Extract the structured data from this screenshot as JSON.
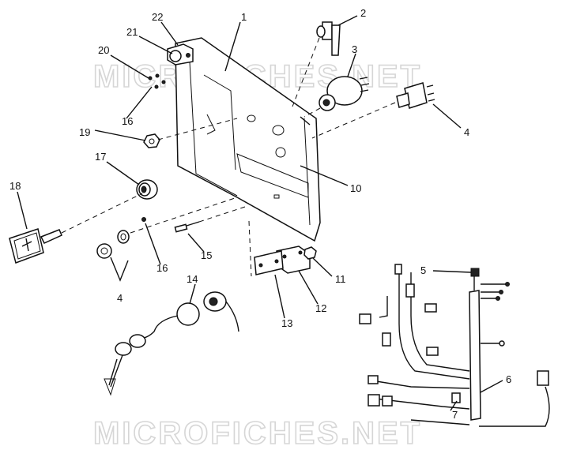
{
  "watermark": "MICROFICHES.NET",
  "callouts": [
    "1",
    "2",
    "3",
    "4",
    "4",
    "5",
    "6",
    "7",
    "10",
    "11",
    "12",
    "13",
    "14",
    "15",
    "16",
    "16",
    "17",
    "18",
    "19",
    "20",
    "21",
    "22"
  ]
}
